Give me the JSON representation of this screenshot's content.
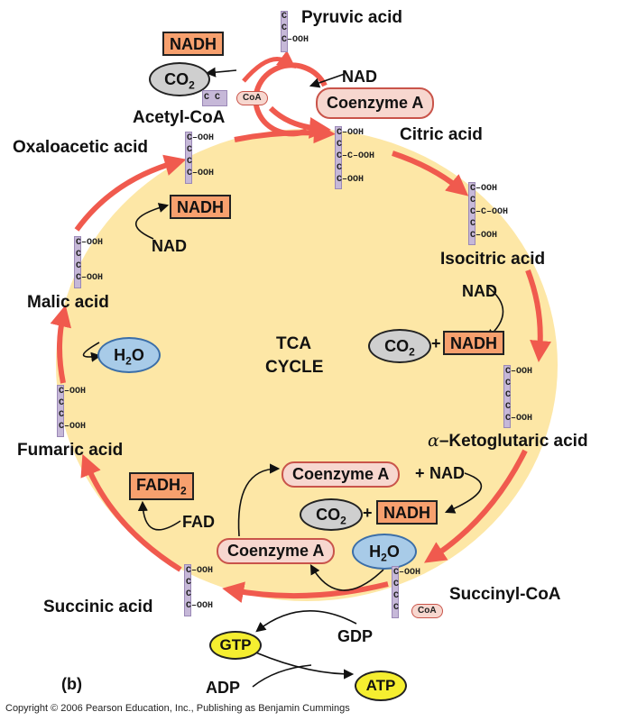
{
  "title_lines": [
    "TCA",
    "CYCLE"
  ],
  "panel_label": "(b)",
  "copyright": "Copyright © 2006 Pearson Education, Inc., Publishing as Benjamin Cummings",
  "molecules": {
    "pyruvic_acid": "Pyruvic acid",
    "acetyl_coa": "Acetyl-CoA",
    "oxaloacetic_acid": "Oxaloacetic acid",
    "citric_acid": "Citric acid",
    "isocitric_acid": "Isocitric acid",
    "alpha_prefix": "α",
    "ketoglutaric_acid": "–Ketoglutaric acid",
    "succinyl_coa": "Succinyl-CoA",
    "succinic_acid": "Succinic acid",
    "fumaric_acid": "Fumaric acid",
    "malic_acid": "Malic acid"
  },
  "cofactors": {
    "nadh": "NADH",
    "nad": "NAD",
    "co": "CO",
    "two": "2",
    "coenzyme_a": "Coenzyme A",
    "coa": "CoA",
    "h": "H",
    "o": "O",
    "fadh": "FADH",
    "fad": "FAD",
    "plus": "+",
    "gtp": "GTP",
    "gdp": "GDP",
    "adp": "ADP",
    "atp": "ATP"
  },
  "structures": {
    "pyruvic": [
      "C",
      "C",
      "C–OOH"
    ],
    "acetyl": "C C",
    "oxaloacetic": [
      "C–OOH",
      "C",
      "C",
      "C–OOH"
    ],
    "citric": [
      "C–OOH",
      "C",
      "C–C–OOH",
      "C",
      "C–OOH"
    ],
    "isocitric": [
      "C–OOH",
      "C",
      "C–C–OOH",
      "C",
      "C–OOH"
    ],
    "ketoglutaric": [
      "C–OOH",
      "C",
      "C",
      "C",
      "C–OOH"
    ],
    "succinyl": [
      "C–OOH",
      "C",
      "C",
      "C"
    ],
    "succinic": [
      "C–OOH",
      "C",
      "C",
      "C–OOH"
    ],
    "fumaric": [
      "C–OOH",
      "C",
      "C",
      "C–OOH"
    ],
    "malic": [
      "C–OOH",
      "C",
      "C",
      "C–OOH"
    ]
  },
  "colors": {
    "cycle_fill": "#fde7a6",
    "cycle_arrow": "#f05a4e",
    "nadh_box": "#f7a06e",
    "coa_pill": "#f7d7cf",
    "co2_oval": "#cfcfcf",
    "h2o_oval": "#a8cbe8",
    "gtp_atp_oval": "#f5ee30",
    "carbon_bar": "#c6b8d8"
  }
}
